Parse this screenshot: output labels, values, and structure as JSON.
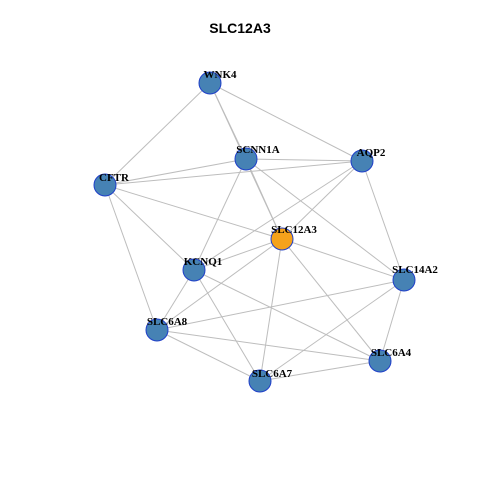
{
  "title": "SLC12A3",
  "colors": {
    "center_node": "#f5a21b",
    "neighbor_node": "#4682b4",
    "node_border": "#1f3fc9",
    "edge": "#bdbdbd"
  },
  "nodes": [
    {
      "id": "WNK4",
      "label": "WNK4",
      "role": "neighbor"
    },
    {
      "id": "SCNN1A",
      "label": "SCNN1A",
      "role": "neighbor"
    },
    {
      "id": "AQP2",
      "label": "AQP2",
      "role": "neighbor"
    },
    {
      "id": "CFTR",
      "label": "CFTR",
      "role": "neighbor"
    },
    {
      "id": "SLC12A3",
      "label": "SLC12A3",
      "role": "center"
    },
    {
      "id": "KCNQ1",
      "label": "KCNQ1",
      "role": "neighbor"
    },
    {
      "id": "SLC14A2",
      "label": "SLC14A2",
      "role": "neighbor"
    },
    {
      "id": "SLC6A8",
      "label": "SLC6A8",
      "role": "neighbor"
    },
    {
      "id": "SLC6A4",
      "label": "SLC6A4",
      "role": "neighbor"
    },
    {
      "id": "SLC6A7",
      "label": "SLC6A7",
      "role": "neighbor"
    }
  ],
  "edges": [
    [
      "WNK4",
      "CFTR"
    ],
    [
      "WNK4",
      "AQP2"
    ],
    [
      "WNK4",
      "SLC12A3"
    ],
    [
      "WNK4",
      "SCNN1A"
    ],
    [
      "CFTR",
      "SCNN1A"
    ],
    [
      "CFTR",
      "AQP2"
    ],
    [
      "CFTR",
      "SLC12A3"
    ],
    [
      "CFTR",
      "KCNQ1"
    ],
    [
      "CFTR",
      "SLC6A8"
    ],
    [
      "SCNN1A",
      "AQP2"
    ],
    [
      "SCNN1A",
      "SLC12A3"
    ],
    [
      "SCNN1A",
      "KCNQ1"
    ],
    [
      "SCNN1A",
      "SLC14A2"
    ],
    [
      "AQP2",
      "SLC12A3"
    ],
    [
      "AQP2",
      "SLC14A2"
    ],
    [
      "AQP2",
      "KCNQ1"
    ],
    [
      "SLC12A3",
      "KCNQ1"
    ],
    [
      "SLC12A3",
      "SLC14A2"
    ],
    [
      "SLC12A3",
      "SLC6A8"
    ],
    [
      "SLC12A3",
      "SLC6A4"
    ],
    [
      "SLC12A3",
      "SLC6A7"
    ],
    [
      "KCNQ1",
      "SLC6A8"
    ],
    [
      "KCNQ1",
      "SLC6A7"
    ],
    [
      "KCNQ1",
      "SLC6A4"
    ],
    [
      "SLC14A2",
      "SLC6A8"
    ],
    [
      "SLC14A2",
      "SLC6A4"
    ],
    [
      "SLC14A2",
      "SLC6A7"
    ],
    [
      "SLC6A8",
      "SLC6A4"
    ],
    [
      "SLC6A8",
      "SLC6A7"
    ],
    [
      "SLC6A4",
      "SLC6A7"
    ]
  ]
}
